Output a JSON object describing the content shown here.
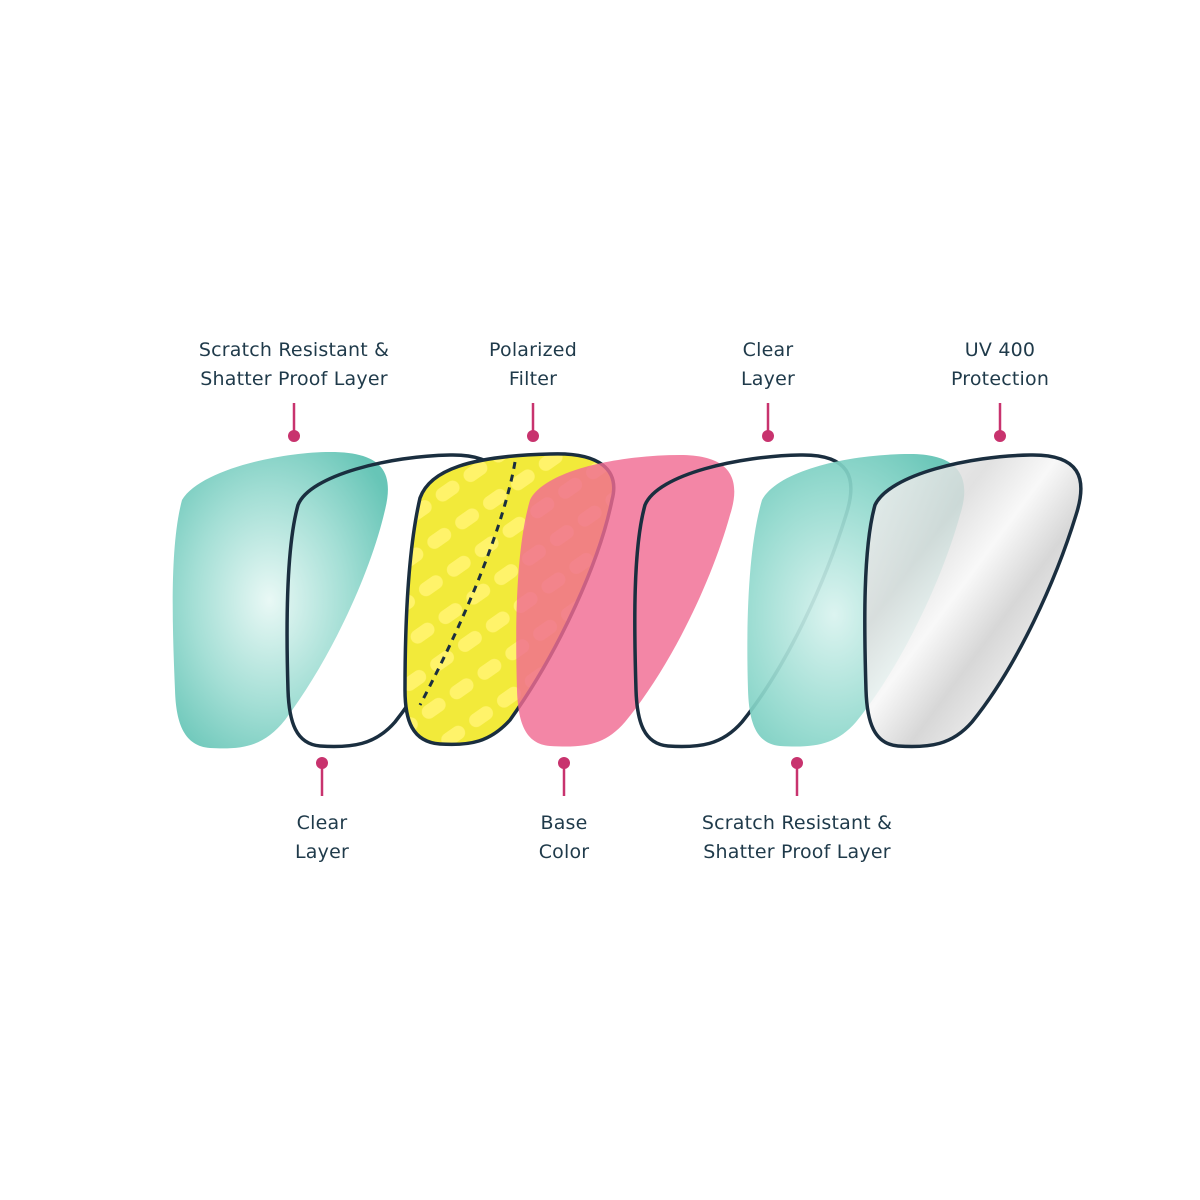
{
  "labels_top": [
    {
      "line1": "Scratch Resistant &",
      "line2": "Shatter Proof Layer"
    },
    {
      "line1": "Polarized",
      "line2": "Filter"
    },
    {
      "line1": "Clear",
      "line2": "Layer"
    },
    {
      "line1": "UV 400",
      "line2": "Protection"
    }
  ],
  "labels_bottom": [
    {
      "line1": "Clear",
      "line2": "Layer"
    },
    {
      "line1": "Base",
      "line2": "Color"
    },
    {
      "line1": "Scratch Resistant &",
      "line2": "Shatter Proof Layer"
    }
  ],
  "colors": {
    "teal": "#8fd8cc",
    "teal_dark": "#5fc2b3",
    "pink": "#f06b93",
    "yellow": "#f2ea3a",
    "yellow_dot": "#fff36a",
    "outline": "#1a2e3f",
    "accent": "#c8336e",
    "text": "#1f3a4a"
  }
}
